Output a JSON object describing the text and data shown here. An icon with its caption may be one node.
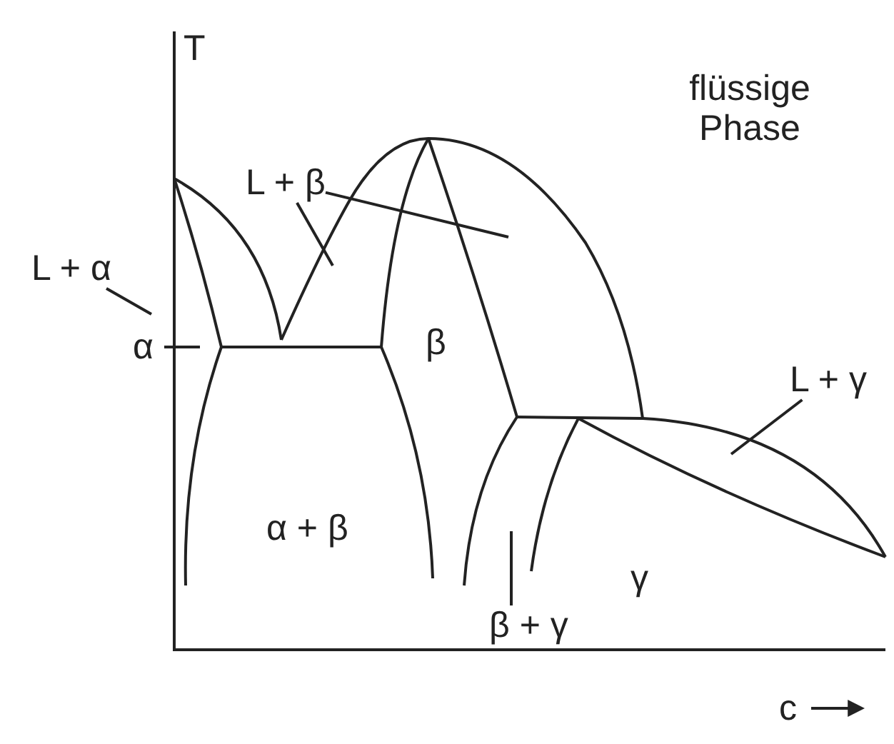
{
  "diagram": {
    "nodes": [
      {
        "text": [
          "L + α"
        ]
      },
      {
        "text": [
          "L + β"
        ]
      },
      {
        "text": [
          "L + γ"
        ]
      },
      {
        "text": [
          "β + γ"
        ]
      }
    ],
    "edges": [
      {
        "from": 0,
        "to": null,
        "arrow": "none"
      },
      {
        "from": 1,
        "to": null,
        "arrow": "none"
      },
      {
        "from": 1,
        "to": null,
        "arrow": "none"
      },
      {
        "from": 2,
        "to": null,
        "arrow": "none"
      },
      {
        "from": 3,
        "to": null,
        "arrow": "none"
      }
    ],
    "labels": [
      "T",
      "flüssige Phase",
      "α",
      "β",
      "α + β",
      "γ",
      "c"
    ]
  }
}
